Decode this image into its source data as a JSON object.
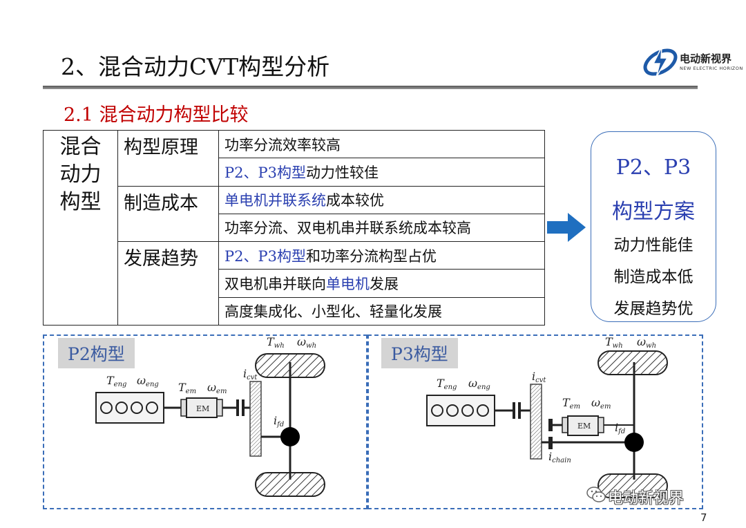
{
  "slide": {
    "title": "2、混合动力CVT构型分析",
    "subtitle": "2.1 混合动力构型比较",
    "page_number": "7"
  },
  "logo": {
    "name_cn": "电动新视界",
    "name_en": "NEW ELECTRIC HORIZON",
    "icon": "lightning-globe-icon",
    "color": "#1e5aa8"
  },
  "table": {
    "category": "混合\n动力\n构型",
    "groups": [
      {
        "label": "构型原理",
        "rows": [
          [
            {
              "text": "功率分流效率较高",
              "blue": false
            }
          ],
          [
            {
              "text": "P2、P3构型",
              "blue": true
            },
            {
              "text": "动力性较佳",
              "blue": false
            }
          ]
        ]
      },
      {
        "label": "制造成本",
        "rows": [
          [
            {
              "text": "单电机并联系统",
              "blue": true
            },
            {
              "text": "成本较优",
              "blue": false
            }
          ],
          [
            {
              "text": "功率分流、双电机串并联系统成本较高",
              "blue": false
            }
          ]
        ]
      },
      {
        "label": "发展趋势",
        "rows": [
          [
            {
              "text": "P2、P3构型",
              "blue": true
            },
            {
              "text": "和功率分流构型占优",
              "blue": false
            }
          ],
          [
            {
              "text": "双电机串并联向",
              "blue": false
            },
            {
              "text": "单电机",
              "blue": true
            },
            {
              "text": "发展",
              "blue": false
            }
          ],
          [
            {
              "text": "高度集成化、小型化、轻量化发展",
              "blue": false
            }
          ]
        ]
      }
    ]
  },
  "arrow_icon": "right-arrow-icon",
  "callout": {
    "line1": "P2、P3",
    "line2": "构型方案",
    "bullets": [
      "动力性能佳",
      "制造成本低",
      "发展趋势优"
    ]
  },
  "panels": [
    {
      "label": "P2构型",
      "labels": {
        "t_eng": "T",
        "t_eng_sub": "eng",
        "w_eng": "ω",
        "w_eng_sub": "eng",
        "t_em": "T",
        "t_em_sub": "em",
        "w_em": "ω",
        "w_em_sub": "em",
        "i_cvt": "i",
        "i_cvt_sub": "cvt",
        "i_fd": "i",
        "i_fd_sub": "fd",
        "t_wh": "T",
        "t_wh_sub": "wh",
        "w_wh": "ω",
        "w_wh_sub": "wh",
        "em_box": "EM"
      }
    },
    {
      "label": "P3构型",
      "labels": {
        "t_eng": "T",
        "t_eng_sub": "eng",
        "w_eng": "ω",
        "w_eng_sub": "eng",
        "t_em": "T",
        "t_em_sub": "em",
        "w_em": "ω",
        "w_em_sub": "em",
        "i_cvt": "i",
        "i_cvt_sub": "cvt",
        "i_fd": "i",
        "i_fd_sub": "fd",
        "i_chain": "i",
        "i_chain_sub": "chain",
        "t_wh": "T",
        "t_wh_sub": "wh",
        "w_wh": "ω",
        "w_wh_sub": "wh",
        "em_box": "EM"
      }
    }
  ],
  "watermark": {
    "text": "电动新视界",
    "icon": "wechat-icon"
  },
  "colors": {
    "accent_red": "#c00000",
    "accent_blue": "#2a3fb0",
    "border_blue": "#3a6db8",
    "arrow_blue": "#1f6fc0"
  }
}
